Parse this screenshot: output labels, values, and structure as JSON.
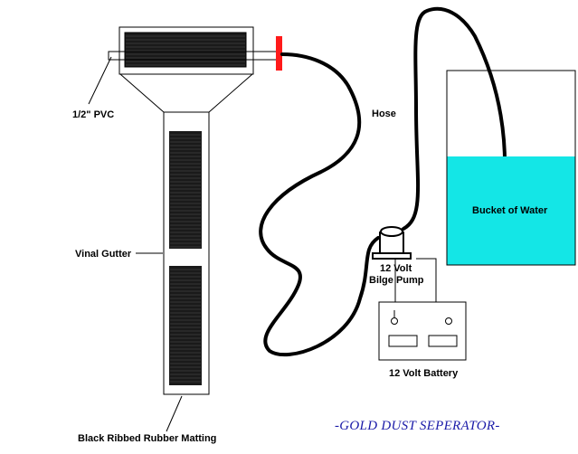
{
  "labels": {
    "pvc": "1/2\" PVC",
    "hose": "Hose",
    "gutter": "Vinal Gutter",
    "bucket": "Bucket of Water",
    "pump_line1": "12 Volt",
    "pump_line2": "Bilge Pump",
    "battery": "12 Volt Battery",
    "matting": "Black Ribbed Rubber Matting"
  },
  "title": "-GOLD DUST SEPERATOR-",
  "colors": {
    "water": "#14e6e6",
    "hose_cap": "#ff1a1a",
    "matting": "#1a1a1a",
    "title": "#1a1aa8",
    "line": "#000000"
  }
}
